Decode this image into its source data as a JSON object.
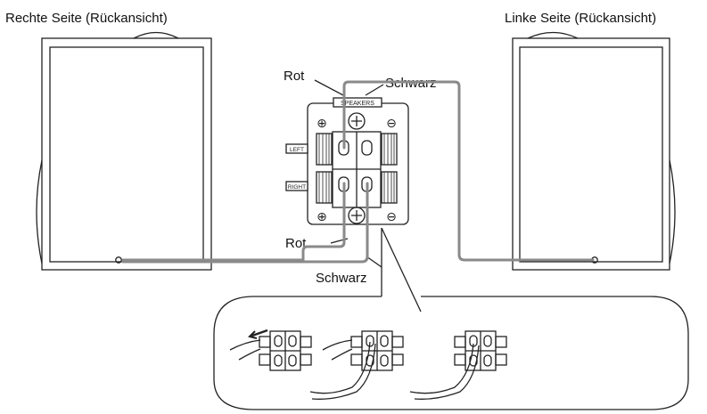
{
  "labels": {
    "right_side": "Rechte Seite (Rückansicht)",
    "left_side": "Linke Seite (Rückansicht)",
    "rot_top": "Rot",
    "schwarz_top": "Schwarz",
    "rot_bottom": "Rot",
    "schwarz_bottom": "Schwarz"
  },
  "panel": {
    "title": "SPEAKERS",
    "left": "LEFT",
    "right": "RIGHT",
    "plus": "⊕",
    "minus": "⊖"
  },
  "colors": {
    "wire": "#8a8a8a",
    "line": "#222222"
  }
}
